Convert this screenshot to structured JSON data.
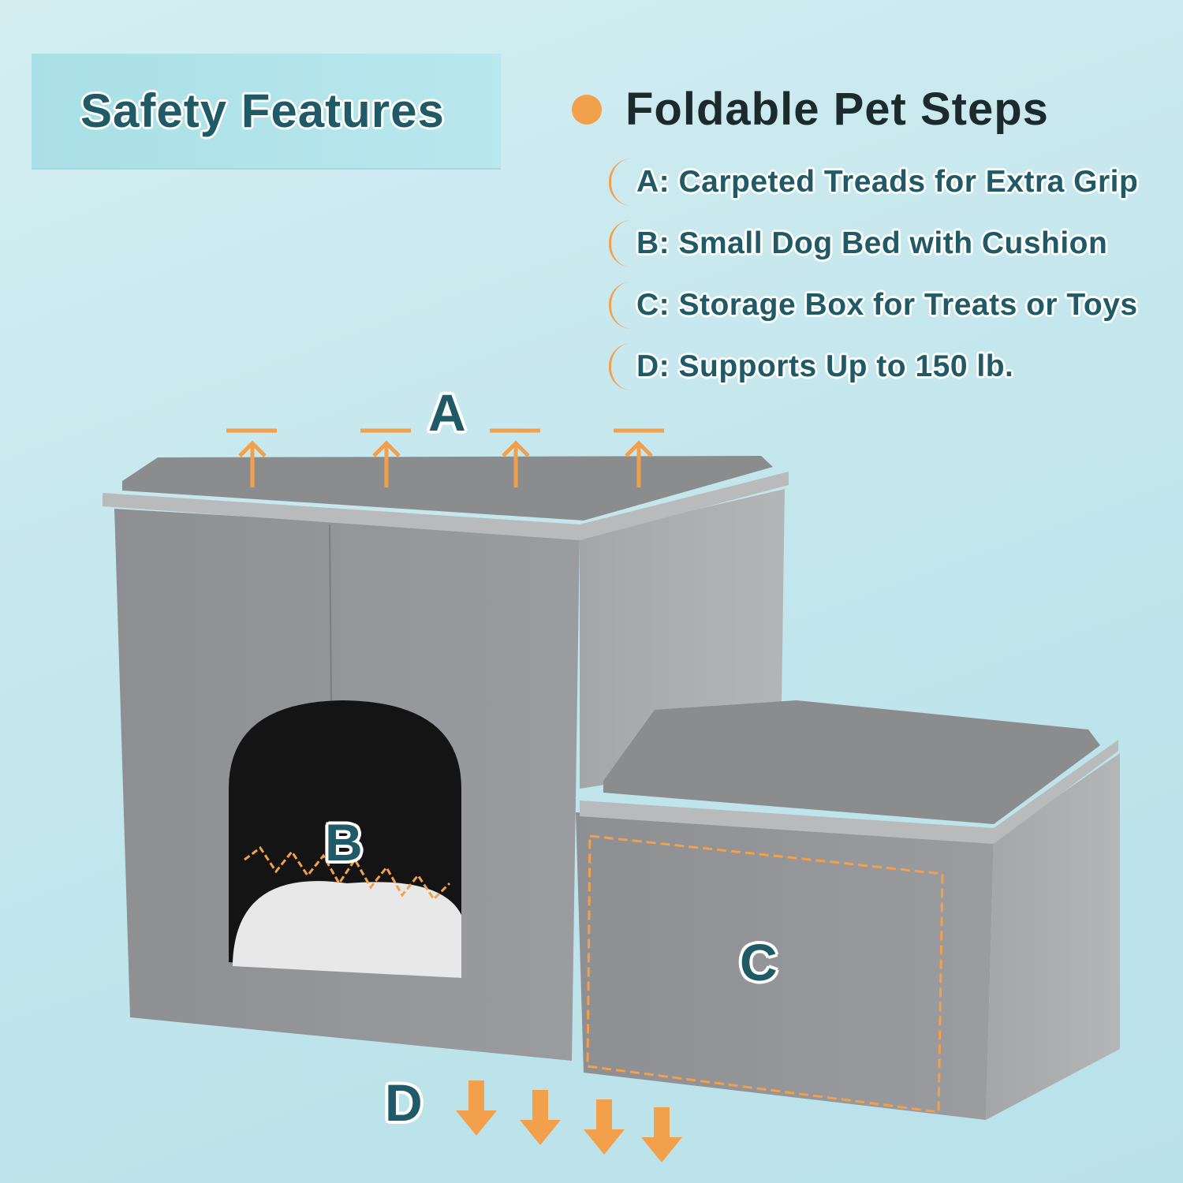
{
  "banner": {
    "title": "Safety Features"
  },
  "heading": {
    "title": "Foldable Pet Steps"
  },
  "features": [
    {
      "label": "A: Carpeted Treads for Extra Grip"
    },
    {
      "label": "B: Small Dog Bed with Cushion"
    },
    {
      "label": "C: Storage Box for Treats or Toys"
    },
    {
      "label": "D: Supports Up to 150 lb."
    }
  ],
  "markers": {
    "a": "A",
    "b": "B",
    "c": "C",
    "d": "D"
  },
  "colors": {
    "accent": "#f2a04b",
    "text": "#1f5a66",
    "fabric": "#8f9193"
  }
}
